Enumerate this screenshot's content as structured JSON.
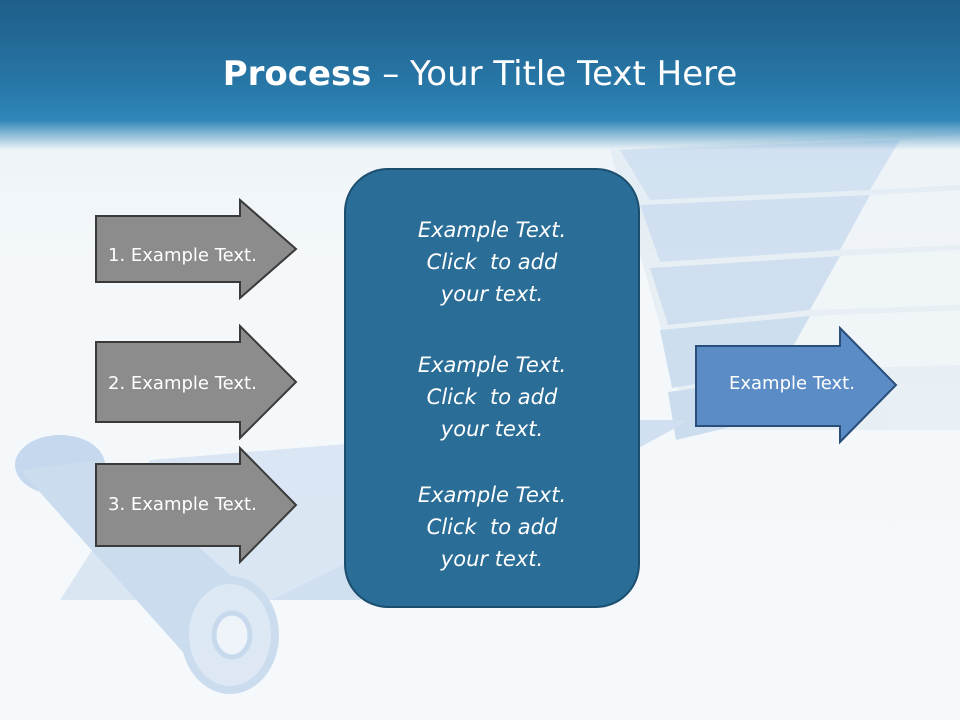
{
  "title": {
    "bold": "Process",
    "rest": " – Your Title Text Here"
  },
  "left_arrows": [
    {
      "label": "1. Example Text."
    },
    {
      "label": "2. Example Text."
    },
    {
      "label": "3. Example Text."
    }
  ],
  "center_blocks": [
    {
      "line1": "Example Text.",
      "line2": "Click  to add",
      "line3": "your text."
    },
    {
      "line1": "Example Text.",
      "line2": "Click  to add",
      "line3": "your text."
    },
    {
      "line1": "Example Text.",
      "line2": "Click  to add",
      "line3": "your text."
    }
  ],
  "right_arrow": {
    "label": "Example Text."
  },
  "colors": {
    "header": "#2776a6",
    "box": "#2a6d97",
    "gray_arrow": "#8c8c8c",
    "blue_arrow": "#5b8cc6"
  }
}
